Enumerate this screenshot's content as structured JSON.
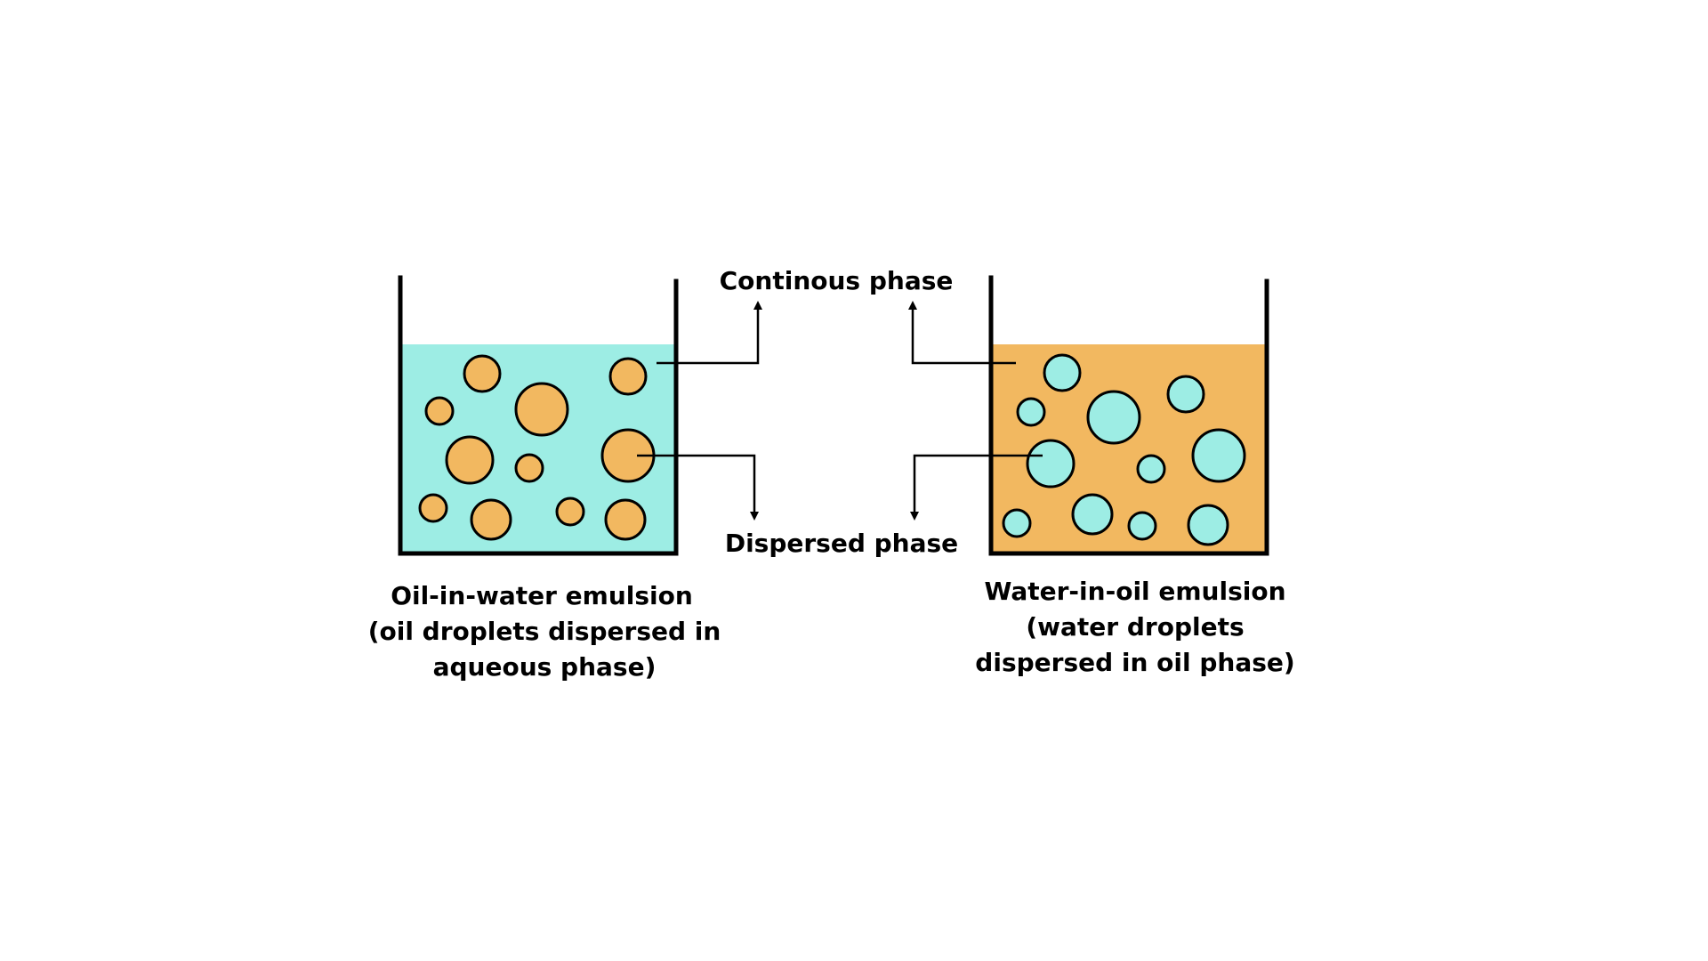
{
  "labels": {
    "continuous_phase": "Continous phase",
    "dispersed_phase": "Dispersed phase"
  },
  "left_beaker": {
    "caption_lines": [
      "Oil-in-water emulsion",
      "(oil droplets dispersed in",
      "aqueous phase)"
    ],
    "liquid_color": "#9DEDE4",
    "droplet_color": "#F2B860"
  },
  "right_beaker": {
    "caption_lines": [
      "Water-in-oil emulsion",
      "(water droplets",
      "dispersed in oil phase)"
    ],
    "liquid_color": "#F2B860",
    "droplet_color": "#9DEDE4"
  },
  "colors": {
    "outline": "#000000",
    "background": "#FFFFFF"
  }
}
